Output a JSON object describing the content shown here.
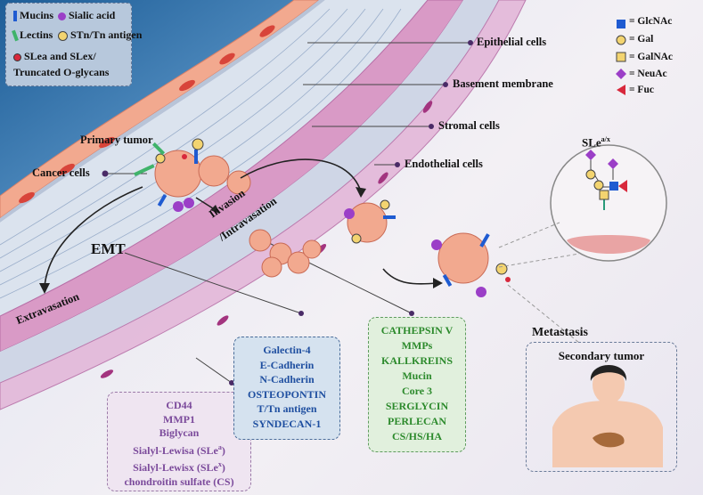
{
  "legend_left": {
    "mucins": "Mucins",
    "sialic_acid": "Sialic acid",
    "lectins": "Lectins",
    "stn": "STn/Tn antigen",
    "slea_line1": "SLea and SLex/",
    "slea_line2": "Truncated O-glycans"
  },
  "legend_right": {
    "glcnac": "= GlcNAc",
    "gal": "= Gal",
    "galnac": "= GalNAc",
    "neuac": "= NeuAc",
    "fuc": "= Fuc"
  },
  "labels": {
    "epithelial": "Epithelial cells",
    "basement": "Basement membrane",
    "stromal": "Stromal cells",
    "endothelial": "Endothelial cells",
    "primary_tumor": "Primary tumor",
    "cancer_cells": "Cancer cells",
    "emt": "EMT",
    "invasion_line1": "Invasion",
    "invasion_line2": "/Intravasation",
    "extravasation": "Extravasation",
    "metastasis": "Metastasis",
    "sle_base": "SLe",
    "sle_sup": "a/x"
  },
  "purple_box": {
    "line1": "CD44",
    "line2": "MMP1",
    "line3": "Biglycan",
    "line4_pre": "Sialyl-Lewisa (SLe",
    "line4_sup": "a",
    "line4_post": ")",
    "line5_pre": "Sialyl-Lewisx (SLe",
    "line5_sup": "x",
    "line5_post": ")",
    "line6": "chondroitin sulfate (CS)"
  },
  "blue_box": {
    "items": [
      "Galectin-4",
      "E-Cadherin",
      "N-Cadherin",
      "OSTEOPONTIN",
      "T/Tn antigen",
      "SYNDECAN-1"
    ]
  },
  "green_box": {
    "items": [
      "CATHEPSIN V",
      "MMPs",
      "KALLKREINS",
      "Mucin",
      "Core 3",
      "SERGLYCIN",
      "PERLECAN",
      "CS/HS/HA"
    ]
  },
  "secondary_box": {
    "title": "Secondary tumor"
  },
  "colors": {
    "purple_text": "#7b4a9b",
    "blue_text": "#1f4fa0",
    "green_text": "#2c8a2c",
    "glcnac": "#1f5bd1",
    "gal": "#f3d470",
    "neuac": "#9b3fc7",
    "fuc": "#d8283c"
  }
}
